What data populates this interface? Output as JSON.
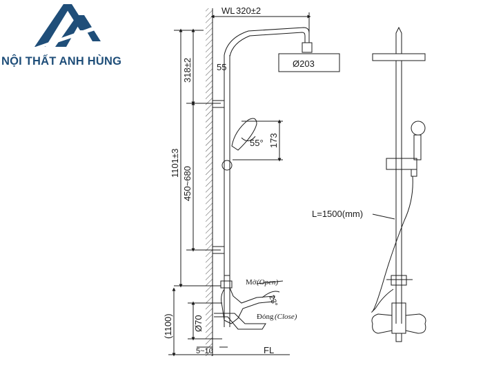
{
  "brand": {
    "name": "NỘI THẤT ANH HÙNG",
    "logo_color": "#1f4e79",
    "text_color": "#1f4e79"
  },
  "drawing": {
    "line_color": "#1a1a1a",
    "labels": {
      "wall_line": "WL",
      "arm_length": "320±2",
      "head_diameter": "Ø203",
      "arm_angle": "55",
      "head_offset": "318±2",
      "handshower_height": "173",
      "handshower_angle": "55°",
      "total_height": "1101±3",
      "slide_range": "450~680",
      "mixer_height": "(1100)",
      "inlet_diameter": "Ø70",
      "wall_gap": "5~10",
      "floor_line": "FL",
      "open_vi": "Mở",
      "open_en": "(Open)",
      "close_vi": "Đóng",
      "close_en": "(Close)",
      "lever_angle": "23°",
      "hose_length": "L=1500(mm)"
    }
  }
}
